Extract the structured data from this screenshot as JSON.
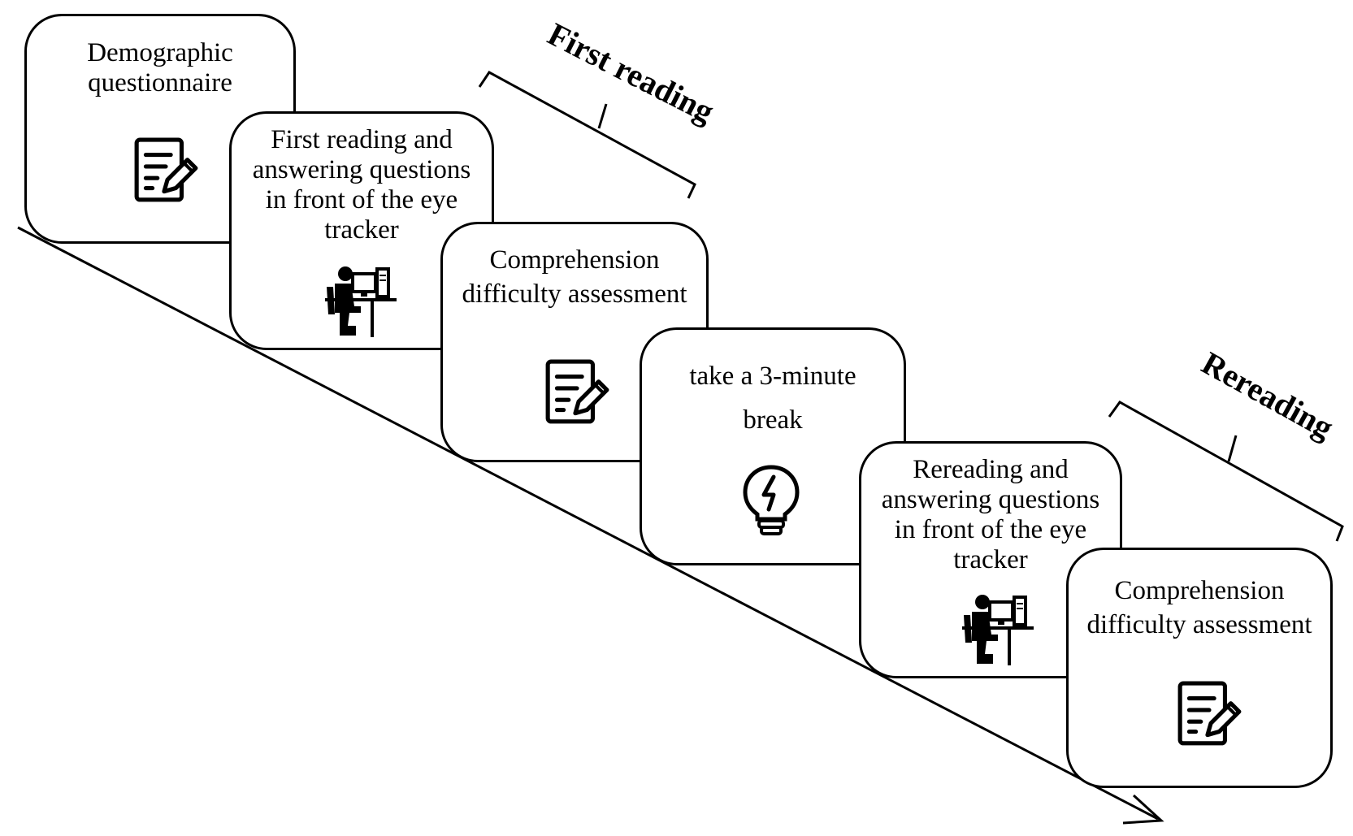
{
  "phases": {
    "first_reading": "First reading",
    "rereading": "Rereading"
  },
  "steps": [
    {
      "id": "demographic",
      "label": "Demographic questionnaire",
      "icon": "form-edit-icon"
    },
    {
      "id": "first-reading",
      "label": "First reading and answering questions in front of the eye tracker",
      "icon": "person-at-computer-icon"
    },
    {
      "id": "comprehension-1",
      "label": "Comprehension difficulty assessment",
      "icon": "form-edit-icon"
    },
    {
      "id": "break",
      "label": "take a 3-minute break",
      "icon": "lightbulb-icon"
    },
    {
      "id": "rereading",
      "label": "Rereading and answering questions in front of the eye tracker",
      "icon": "person-at-computer-icon"
    },
    {
      "id": "comprehension-2",
      "label": "Comprehension difficulty assessment",
      "icon": "form-edit-icon"
    }
  ],
  "colors": {
    "stroke": "#000000",
    "background": "#ffffff"
  }
}
